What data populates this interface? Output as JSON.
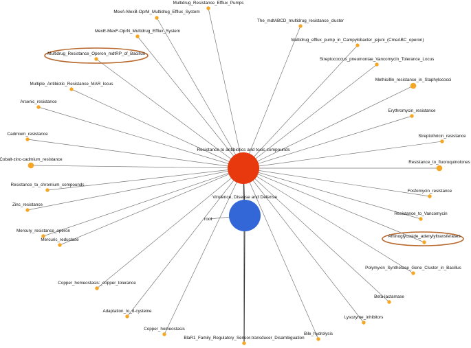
{
  "colors": {
    "edge": "#777777",
    "node": "#f5a623",
    "hub_resistance": "#e8380d",
    "hub_virulence": "#3366d6",
    "highlight_ring": "#b8692f",
    "label": "#111111"
  },
  "hubs": {
    "resistance": {
      "label": "Resistance to antibiotics and toxic compounds"
    },
    "virulence": {
      "label": "Virulence, Disease and Defense"
    },
    "root": {
      "label": "root"
    }
  },
  "nodes": [
    {
      "id": "n1",
      "label": "Multidrug_Resistance_Efflux_Pumps",
      "size": "small",
      "highlight": false
    },
    {
      "id": "n2",
      "label": "MexA-MexB-OprM_Multidrug_Efflux_System",
      "size": "small",
      "highlight": false
    },
    {
      "id": "n3",
      "label": "The_mdtABCD_multidrug_resistance_cluster",
      "size": "small",
      "highlight": false
    },
    {
      "id": "n4",
      "label": "MexE-MexF-OprN_Multidrug_Efflux_System",
      "size": "small",
      "highlight": false
    },
    {
      "id": "n5",
      "label": "Multidrug_efflux_pump_in_Campylobacter_jejuni_(CmeABC_operon)",
      "size": "small",
      "highlight": false
    },
    {
      "id": "n6",
      "label": "Multidrug_Resistance_Operon_mdtRP_of_Bacillus",
      "size": "small",
      "highlight": true
    },
    {
      "id": "n7",
      "label": "Streptococcus_pneumoniae_Vancomycin_Tolerance_Locus",
      "size": "small",
      "highlight": false
    },
    {
      "id": "n8",
      "label": "Multiple_Antibiotic_Resistance_MAR_locus",
      "size": "small",
      "highlight": false
    },
    {
      "id": "n9",
      "label": "Methicillin_resistance_in_Staphylococci",
      "size": "large",
      "highlight": false
    },
    {
      "id": "n10",
      "label": "Arsenic_resistance",
      "size": "small",
      "highlight": false
    },
    {
      "id": "n11",
      "label": "Erythromycin_resistance",
      "size": "small",
      "highlight": false
    },
    {
      "id": "n12",
      "label": "Cadmium_resistance",
      "size": "small",
      "highlight": false
    },
    {
      "id": "n13",
      "label": "Streptothricin_resistance",
      "size": "small",
      "highlight": false
    },
    {
      "id": "n14",
      "label": "Cobalt-zinc-cadmium_resistance",
      "size": "large",
      "highlight": false
    },
    {
      "id": "n15",
      "label": "Resistance_to_fluoroquinolones",
      "size": "large",
      "highlight": false
    },
    {
      "id": "n16",
      "label": "Resistance_to_chromium_compounds",
      "size": "small",
      "highlight": false
    },
    {
      "id": "n17",
      "label": "Fosfomycin_resistance",
      "size": "small",
      "highlight": false
    },
    {
      "id": "n18",
      "label": "Zinc_resistance",
      "size": "small",
      "highlight": false
    },
    {
      "id": "n19",
      "label": "Resistance_to_Vancomycin",
      "size": "small",
      "highlight": false
    },
    {
      "id": "n20",
      "label": "Mercury_resistance_operon",
      "size": "small",
      "highlight": false
    },
    {
      "id": "n21",
      "label": "Aminoglycoside_adenylyltransferases",
      "size": "small",
      "highlight": true
    },
    {
      "id": "n22",
      "label": "Mercuric_reductase",
      "size": "small",
      "highlight": false
    },
    {
      "id": "n23",
      "label": "Polymyxin_Synthetase_Gene_Cluster_in_Bacillus",
      "size": "small",
      "highlight": false
    },
    {
      "id": "n24",
      "label": "Copper_homeostasis:_copper_tolerance",
      "size": "small",
      "highlight": false
    },
    {
      "id": "n25",
      "label": "Beta-lactamase",
      "size": "small",
      "highlight": false
    },
    {
      "id": "n26",
      "label": "Adaptation_to_d-cysteine",
      "size": "small",
      "highlight": false
    },
    {
      "id": "n27",
      "label": "Lysozyme_inhibitors",
      "size": "small",
      "highlight": false
    },
    {
      "id": "n28",
      "label": "Copper_homeostasis",
      "size": "small",
      "highlight": false
    },
    {
      "id": "n29",
      "label": "Bile_hydrolysis",
      "size": "small",
      "highlight": false
    },
    {
      "id": "n30",
      "label": "BlaR1_Family_Regulatory_Sensor-transducer_Disambiguation",
      "size": "small",
      "highlight": false
    }
  ]
}
